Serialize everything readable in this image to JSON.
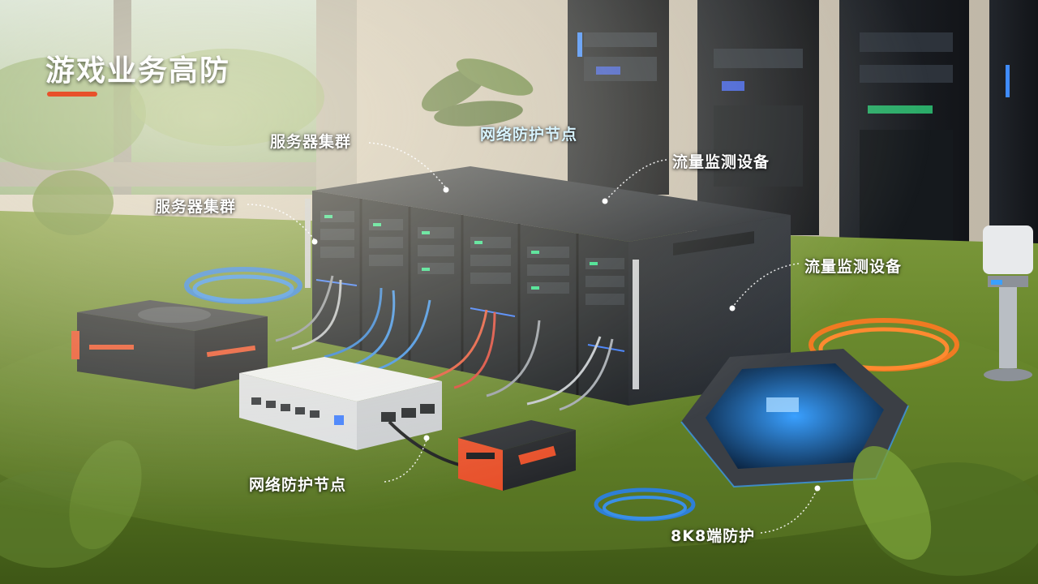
{
  "page": {
    "title": "游戏业务高防",
    "accent_color": "#e8502a"
  },
  "callouts": [
    {
      "text": "服务器集群"
    },
    {
      "text": "网络防护节点"
    },
    {
      "text": "流量监测设备"
    },
    {
      "text": "服务器集群"
    },
    {
      "text": "流量监测设备"
    },
    {
      "text": "网络防护节点"
    },
    {
      "text": "8K8端防护"
    }
  ]
}
